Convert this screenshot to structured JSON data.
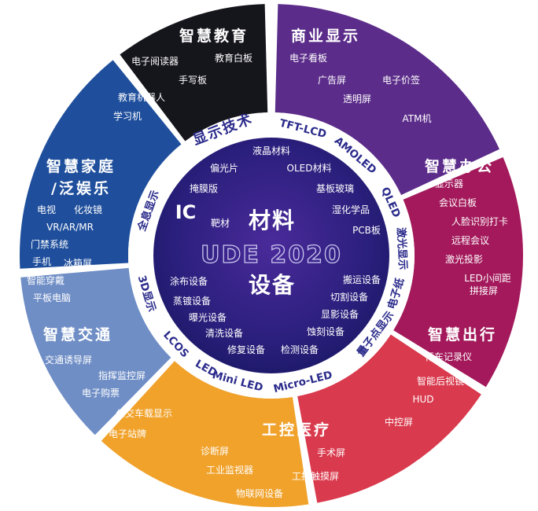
{
  "segments": [
    {
      "title": "智慧教育",
      "color": "#15151c",
      "items": [
        "教育白板",
        "电子阅读器",
        "手写板",
        "教育机器人",
        "学习机"
      ]
    },
    {
      "title": "商业显示",
      "color": "#5b2c8a",
      "items": [
        "电子看板",
        "广告屏",
        "电子价签",
        "透明屏",
        "ATM机"
      ]
    },
    {
      "title": "智慧办公",
      "color": "#a3195b",
      "items": [
        "显示器",
        "会议白板",
        "人脸识别打卡",
        "远程会议",
        "激光投影",
        "LED小间距",
        "拼接屏"
      ]
    },
    {
      "title": "智慧出行",
      "color": "#d93a4d",
      "items": [
        "行车记录仪",
        "智能后视镜",
        "HUD",
        "中控屏"
      ]
    },
    {
      "title": "工控医疗",
      "color": "#f0a22b",
      "items": [
        "诊断屏",
        "手术屏",
        "工业监视器",
        "工控触摸屏",
        "物联网设备"
      ]
    },
    {
      "title": "智慧交通",
      "color": "#6f8ec6",
      "items": [
        "交通诱导屏",
        "指挥监控屏",
        "电子购票",
        "公交车载显示",
        "电子站牌"
      ]
    },
    {
      "title": "智慧家庭",
      "title2": "/泛娱乐",
      "color": "#1f4f9c",
      "items": [
        "电视",
        "化妆镜",
        "VR/AR/MR",
        "门禁系统",
        "手机",
        "冰箱屏",
        "智能穿戴",
        "平板电脑"
      ]
    }
  ],
  "ring": {
    "title": "显示技术",
    "items": [
      "TFT-LCD",
      "AMOLED",
      "QLED",
      "激光显示",
      "电子纸",
      "量子点显示",
      "Micro-LED",
      "Mini LED",
      "LED",
      "LCOS",
      "3D显示",
      "全息显示"
    ]
  },
  "core": {
    "heading_materials": "材料",
    "heading_equipment": "设备",
    "ic": "IC",
    "logo": "UDE 2020",
    "materials": [
      "液晶材料",
      "偏光片",
      "OLED材料",
      "掩膜版",
      "基板玻璃",
      "靶材",
      "湿化学品",
      "PCB板"
    ],
    "equipment": [
      "涂布设备",
      "搬运设备",
      "蒸镀设备",
      "切割设备",
      "曝光设备",
      "显影设备",
      "清洗设备",
      "蚀刻设备",
      "修复设备",
      "检测设备"
    ]
  },
  "colors": {
    "ring_bg": "#ffffff",
    "ring_text": "#2b2b8c",
    "core_inner": "#3a238a",
    "core_outer": "#1e1a6e"
  }
}
